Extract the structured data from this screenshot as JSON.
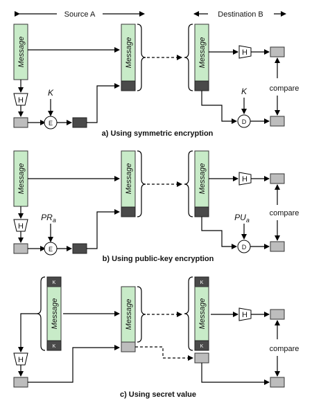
{
  "header": {
    "source": "Source A",
    "destination": "Destination B"
  },
  "labels": {
    "message": "Message",
    "hash": "H",
    "encrypt": "E",
    "decrypt": "D",
    "key_symmetric": "K",
    "private_key_main": "PR",
    "private_key_sub": "a",
    "public_key_main": "PU",
    "public_key_sub": "a",
    "compare": "compare",
    "secret_block": "K"
  },
  "panels": {
    "a": {
      "caption": "a) Using symmetric encryption"
    },
    "b": {
      "caption": "b) Using public-key encryption"
    },
    "c": {
      "caption": "c) Using secret value"
    }
  },
  "colors": {
    "message_fill": "#c8ebc8",
    "digest_dark": "#4a4a4a",
    "digest_grey": "#bdbdbd"
  }
}
